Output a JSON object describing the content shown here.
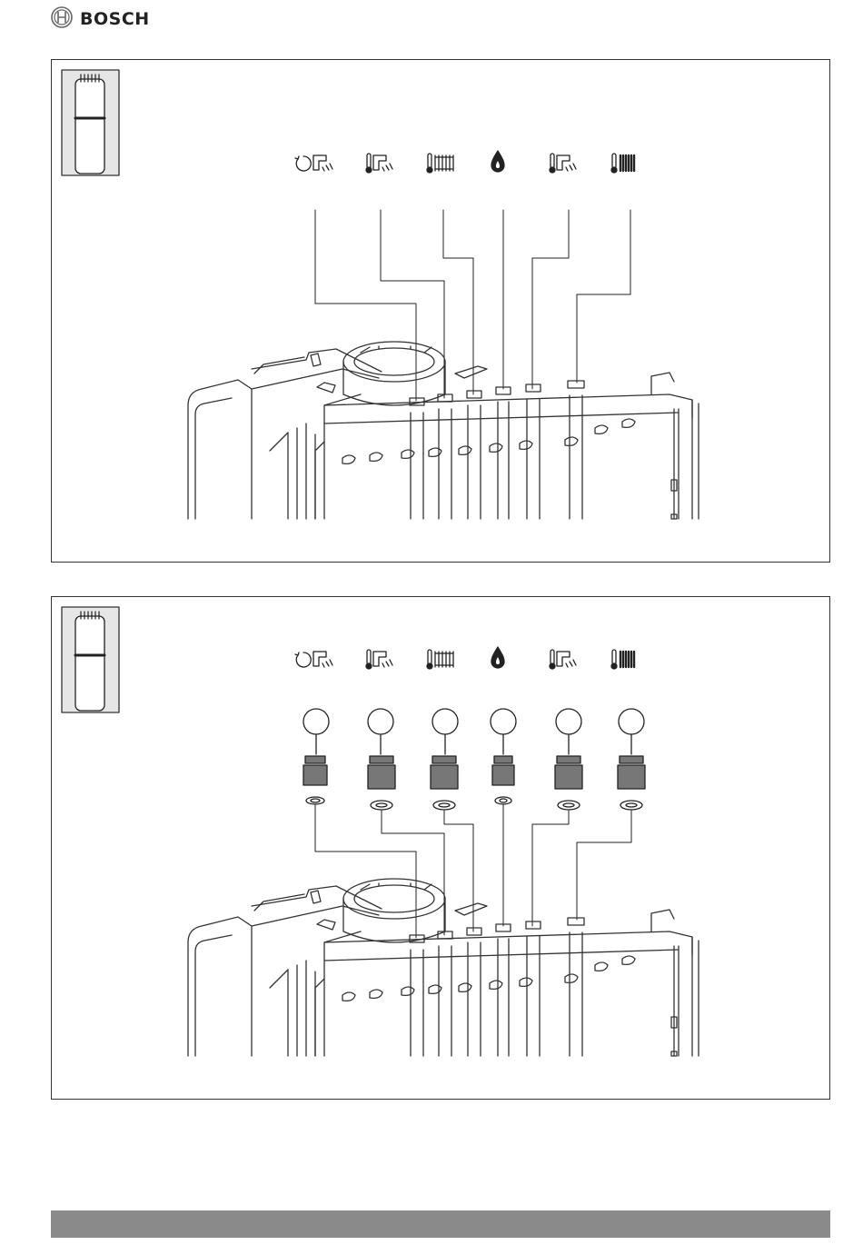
{
  "header": {
    "brand": "BOSCH",
    "logo_icon": "bosch-armature-icon"
  },
  "figures": [
    {
      "id": "figure-1",
      "device_icon": "boiler-device-icon",
      "connection_icons": [
        "dhw-circulation-icon",
        "hot-water-outlet-icon",
        "heating-flow-icon",
        "gas-flame-icon",
        "cold-water-inlet-icon",
        "heating-return-icon"
      ],
      "shows_fittings": false
    },
    {
      "id": "figure-2",
      "device_icon": "boiler-device-icon",
      "connection_icons": [
        "dhw-circulation-icon",
        "hot-water-outlet-icon",
        "heating-flow-icon",
        "gas-flame-icon",
        "cold-water-inlet-icon",
        "heating-return-icon"
      ],
      "shows_fittings": true
    }
  ],
  "footer": {
    "bar_color": "#8a8a8a"
  }
}
